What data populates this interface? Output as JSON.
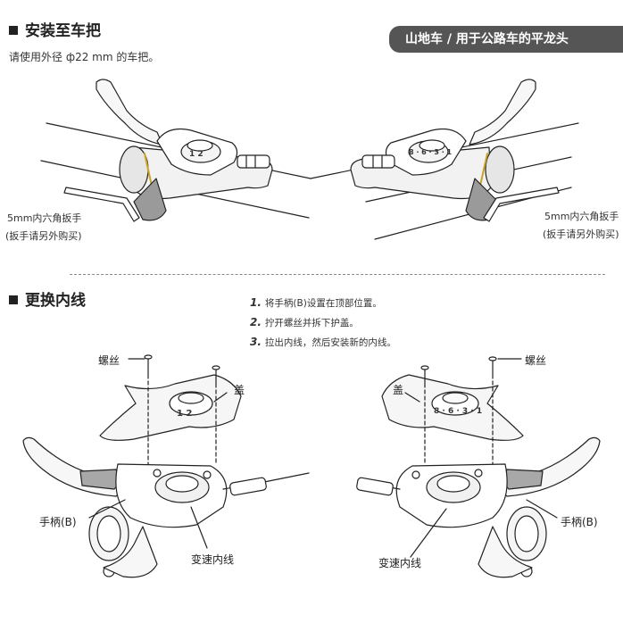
{
  "header": {
    "title": "安装至车把",
    "badge": "山地车 / 用于公路车的平龙头",
    "note": "请使用外径 ф22 mm 的车把。"
  },
  "install": {
    "wrench_left_line1": "5mm内六角扳手",
    "wrench_left_line2": "(扳手请另外购买)",
    "wrench_right_line1": "5mm内六角扳手",
    "wrench_right_line2": "(扳手请另外购买)",
    "dial_left": "1  2",
    "dial_right": "8 · 6 · 3 · 1"
  },
  "section2": {
    "title": "更换内线",
    "steps": [
      {
        "num": "1.",
        "text": "将手柄(B)设置在顶部位置。"
      },
      {
        "num": "2.",
        "text": "拧开螺丝并拆下护盖。"
      },
      {
        "num": "3.",
        "text": "拉出内线，然后安装新的内线。"
      }
    ]
  },
  "labels": {
    "screw_left": "螺丝",
    "cover_left": "盖",
    "lever_b_left": "手柄(B)",
    "cable_left": "变速内线",
    "screw_right": "螺丝",
    "cover_right": "盖",
    "lever_b_right": "手柄(B)",
    "cable_right": "变速内线",
    "dial_lower_left": "1  2",
    "dial_lower_right": "8 · 6 · 3 · 1"
  }
}
